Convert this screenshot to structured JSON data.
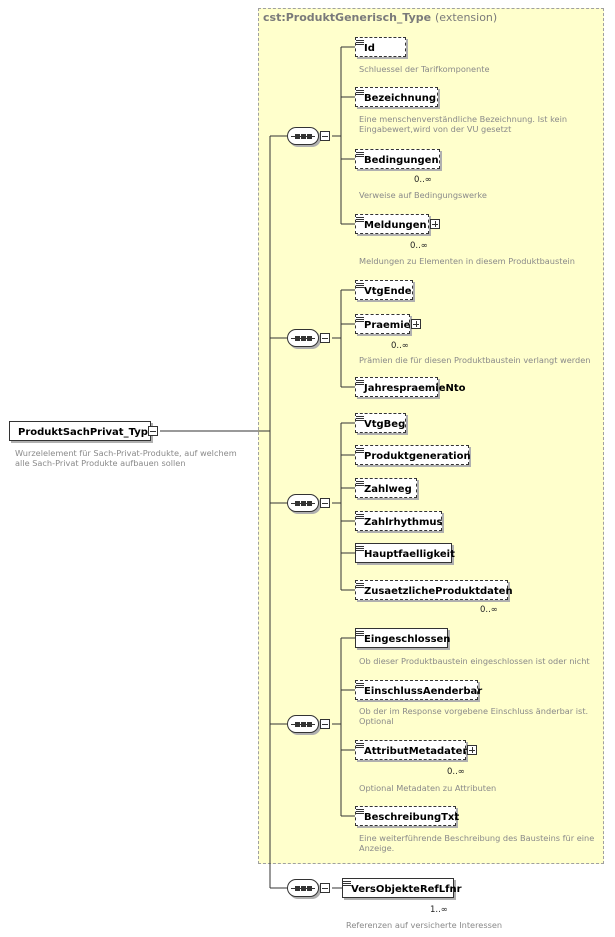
{
  "root": {
    "name": "ProduktSachPrivat_Type",
    "annotation": "Wurzelelement für Sach-Privat-Produkte, auf welchem alle Sach-Privat Produkte aufbauen sollen"
  },
  "extension": {
    "name": "cst:ProduktGenerisch_Type",
    "suffix": "(extension)"
  },
  "groups": [
    {
      "elements": [
        {
          "name": "Id",
          "annotation": "Schluessel der Tarifkomponente"
        },
        {
          "name": "Bezeichnung",
          "annotation": "Eine menschenverständliche Bezeichnung. Ist kein Eingabewert,wird von der VU gesetzt"
        },
        {
          "name": "Bedingungen",
          "cardinality": "0..∞",
          "annotation": "Verweise auf Bedingungswerke"
        },
        {
          "name": "Meldungen",
          "cardinality": "0..∞",
          "annotation": "Meldungen zu Elementen in diesem Produktbaustein"
        }
      ]
    },
    {
      "elements": [
        {
          "name": "VtgEnde"
        },
        {
          "name": "Praemie",
          "cardinality": "0..∞",
          "annotation": "Prämien die für diesen Produktbaustein verlangt werden"
        },
        {
          "name": "JahrespraemieNto"
        }
      ]
    },
    {
      "elements": [
        {
          "name": "VtgBeg"
        },
        {
          "name": "Produktgeneration"
        },
        {
          "name": "Zahlweg"
        },
        {
          "name": "Zahlrhythmus"
        },
        {
          "name": "Hauptfaelligkeit"
        },
        {
          "name": "ZusaetzlicheProduktdaten",
          "cardinality": "0..∞"
        }
      ]
    },
    {
      "elements": [
        {
          "name": "Eingeschlossen",
          "annotation": "Ob dieser Produktbaustein eingeschlossen ist oder nicht"
        },
        {
          "name": "EinschlussAenderbar",
          "annotation": "Ob der im Response vorgebene Einschluss änderbar ist. Optional"
        },
        {
          "name": "AttributMetadaten",
          "cardinality": "0..∞",
          "annotation": "Optional Metadaten zu Attributen"
        },
        {
          "name": "BeschreibungTxt",
          "annotation": "Eine weiterführende Beschreibung des Bausteins für eine Anzeige."
        }
      ]
    },
    {
      "elements": [
        {
          "name": "VersObjekteRefLfnr",
          "cardinality": "1..∞",
          "annotation": "Referenzen auf versicherte Interessen"
        }
      ]
    }
  ]
}
